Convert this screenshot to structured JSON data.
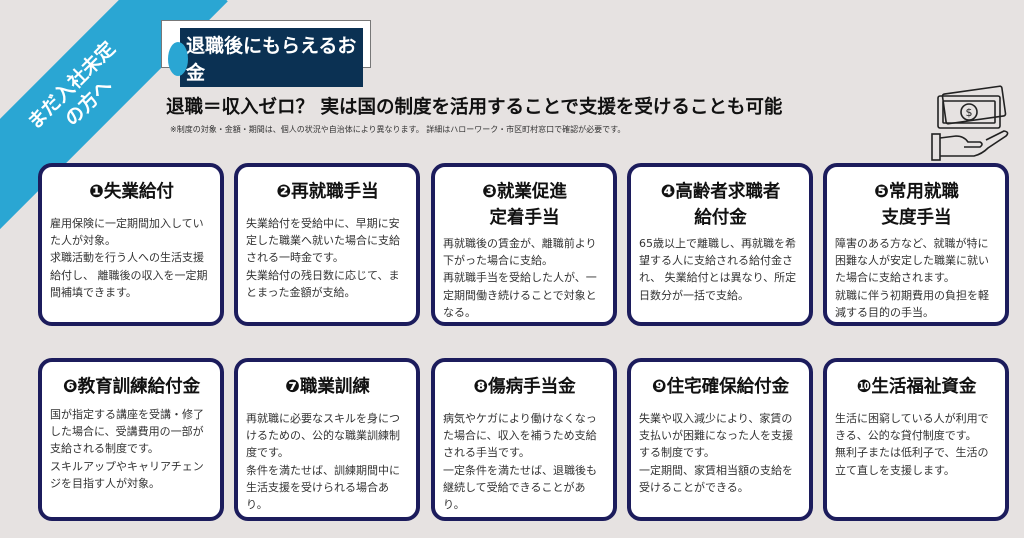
{
  "ribbon": {
    "line1": "まだ入社未定",
    "line2": "の方へ"
  },
  "header": {
    "title": "退職後にもらえるお金",
    "subtitle": "退職＝収入ゼロ？ 実は国の制度を活用することで支援を受けることも可能",
    "note": "※制度の対象・金額・期間は、個人の状況や自治体により異なります。 詳細はハローワーク・市区町村窓口で確認が必要です。"
  },
  "cards": [
    {
      "title": "❶失業給付",
      "paragraphs": [
        "雇用保険に一定期間加入していた人が対象。",
        "求職活動を行う人への生活支援給付し、 離職後の収入を一定期間補填できます。"
      ]
    },
    {
      "title": "❷再就職手当",
      "paragraphs": [
        "失業給付を受給中に、早期に安定した職業へ就いた場合に支給される一時金です。",
        " 失業給付の残日数に応じて、まとまった金額が支給。"
      ]
    },
    {
      "title": "❸就業促進\n定着手当",
      "paragraphs": [
        "再就職後の賃金が、離職前より下がった場合に支給。",
        " 再就職手当を受給した人が、一定期間働き続けることで対象となる。"
      ]
    },
    {
      "title": "❹高齢者求職者\n給付金",
      "paragraphs": [
        "65歳以上で離職し、再就職を希望する人に支給される給付金され、 失業給付とは異なり、所定日数分が一括で支給。"
      ]
    },
    {
      "title": "❺常用就職\n支度手当",
      "paragraphs": [
        "障害のある方など、就職が特に困難な人が安定した職業に就いた場合に支給されます。",
        " 就職に伴う初期費用の負担を軽減する目的の手当。"
      ]
    },
    {
      "title": "❻教育訓練給付金",
      "paragraphs": [
        "国が指定する講座を受講・修了した場合に、受講費用の一部が支給される制度です。",
        " スキルアップやキャリアチェンジを目指す人が対象。"
      ]
    },
    {
      "title": "❼職業訓練",
      "paragraphs": [
        "再就職に必要なスキルを身につけるための、公的な職業訓練制度です。",
        " 条件を満たせば、訓練期間中に生活支援を受けられる場合あり。"
      ]
    },
    {
      "title": "❽傷病手当金",
      "paragraphs": [
        "病気やケガにより働けなくなった場合に、収入を補うため支給される手当です。",
        " 一定条件を満たせば、退職後も継続して受給できることがあり。"
      ]
    },
    {
      "title": "❾住宅確保給付金",
      "paragraphs": [
        "失業や収入減少により、家賃の支払いが困難になった人を支援する制度です。",
        " 一定期間、家賃相当額の支給を受けることができる。"
      ]
    },
    {
      "title": "❿生活福祉資金",
      "paragraphs": [
        "生活に困窮している人が利用できる、公的な貸付制度です。",
        " 無利子または低利子で、生活の立て直しを支援します。"
      ]
    }
  ],
  "colors": {
    "accent": "#2aa6d3",
    "navy": "#0b3153",
    "card_border": "#1c1c5c",
    "background": "#e6e2e1"
  }
}
